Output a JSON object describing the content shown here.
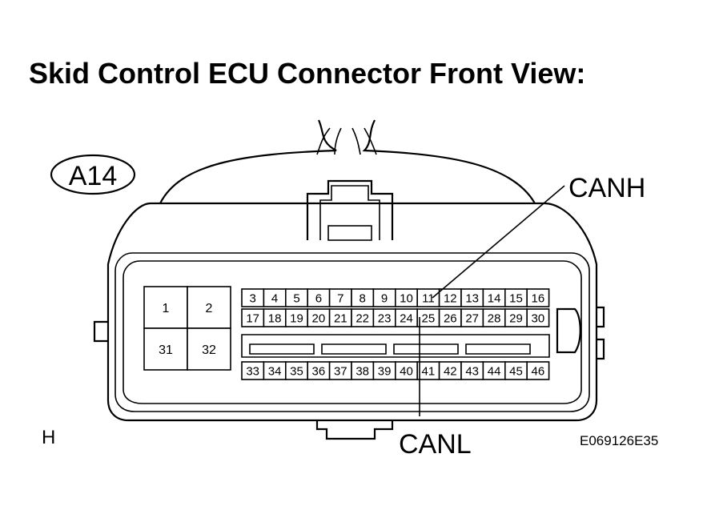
{
  "title": "Skid Control ECU Connector Front View:",
  "connector_id": "A14",
  "labels": {
    "canh": "CANH",
    "canl": "CANL",
    "h_mark": "H",
    "figure_code": "E069126E35"
  },
  "large_pins": [
    "1",
    "2",
    "31",
    "32"
  ],
  "pin_rows": [
    [
      "3",
      "4",
      "5",
      "6",
      "7",
      "8",
      "9",
      "10",
      "11",
      "12",
      "13",
      "14",
      "15",
      "16"
    ],
    [
      "17",
      "18",
      "19",
      "20",
      "21",
      "22",
      "23",
      "24",
      "25",
      "26",
      "27",
      "28",
      "29",
      "30"
    ],
    [
      "33",
      "34",
      "35",
      "36",
      "37",
      "38",
      "39",
      "40",
      "41",
      "42",
      "43",
      "44",
      "45",
      "46"
    ]
  ]
}
